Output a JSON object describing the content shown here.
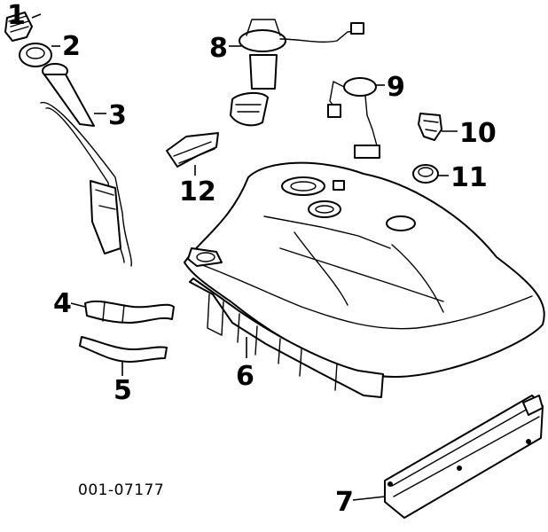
{
  "callouts": [
    "1",
    "2",
    "3",
    "4",
    "5",
    "6",
    "7",
    "8",
    "9",
    "10",
    "11",
    "12"
  ],
  "diagram_code": "001-07177",
  "colors": {
    "ink": "#000000",
    "paper": "#ffffff"
  }
}
